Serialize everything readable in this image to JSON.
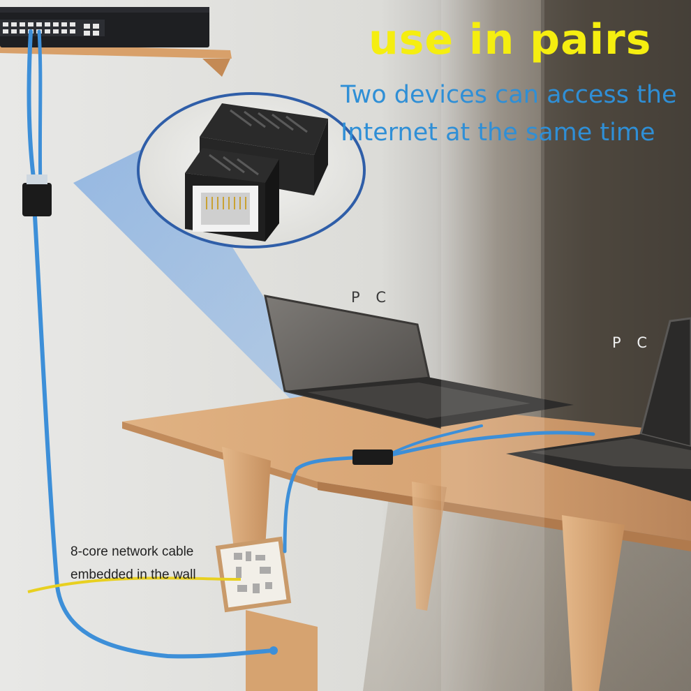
{
  "headline": "use in pairs",
  "subtitle": {
    "line1": "Two devices can access the",
    "line2": "Internet at the same time"
  },
  "labels": {
    "pc_left": "P C",
    "pc_right": "P C",
    "cable_note_line1": "8-core network cable",
    "cable_note_line2": "embedded in the wall"
  },
  "colors": {
    "headline": "#f5ee10",
    "subtitle": "#2f8fd6",
    "cable": "#3d8fd8",
    "table": "#d9a877"
  }
}
